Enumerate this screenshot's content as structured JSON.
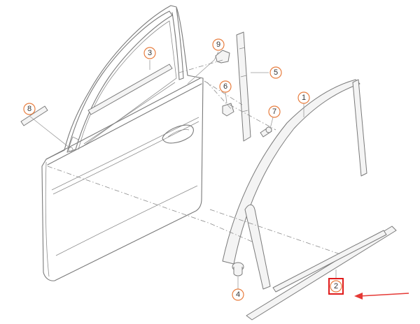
{
  "callouts": [
    {
      "id": "1",
      "label": "1"
    },
    {
      "id": "2",
      "label": "2"
    },
    {
      "id": "3",
      "label": "3"
    },
    {
      "id": "4",
      "label": "4"
    },
    {
      "id": "5",
      "label": "5"
    },
    {
      "id": "6",
      "label": "6"
    },
    {
      "id": "7",
      "label": "7"
    },
    {
      "id": "8",
      "label": "8"
    },
    {
      "id": "9",
      "label": "9"
    }
  ],
  "highlight": {
    "callout": "2",
    "color": "#e01b1b"
  },
  "colors": {
    "callout_ring": "#e87d3e",
    "arrow": "#e53935",
    "line_art": "#7a7a7a"
  }
}
